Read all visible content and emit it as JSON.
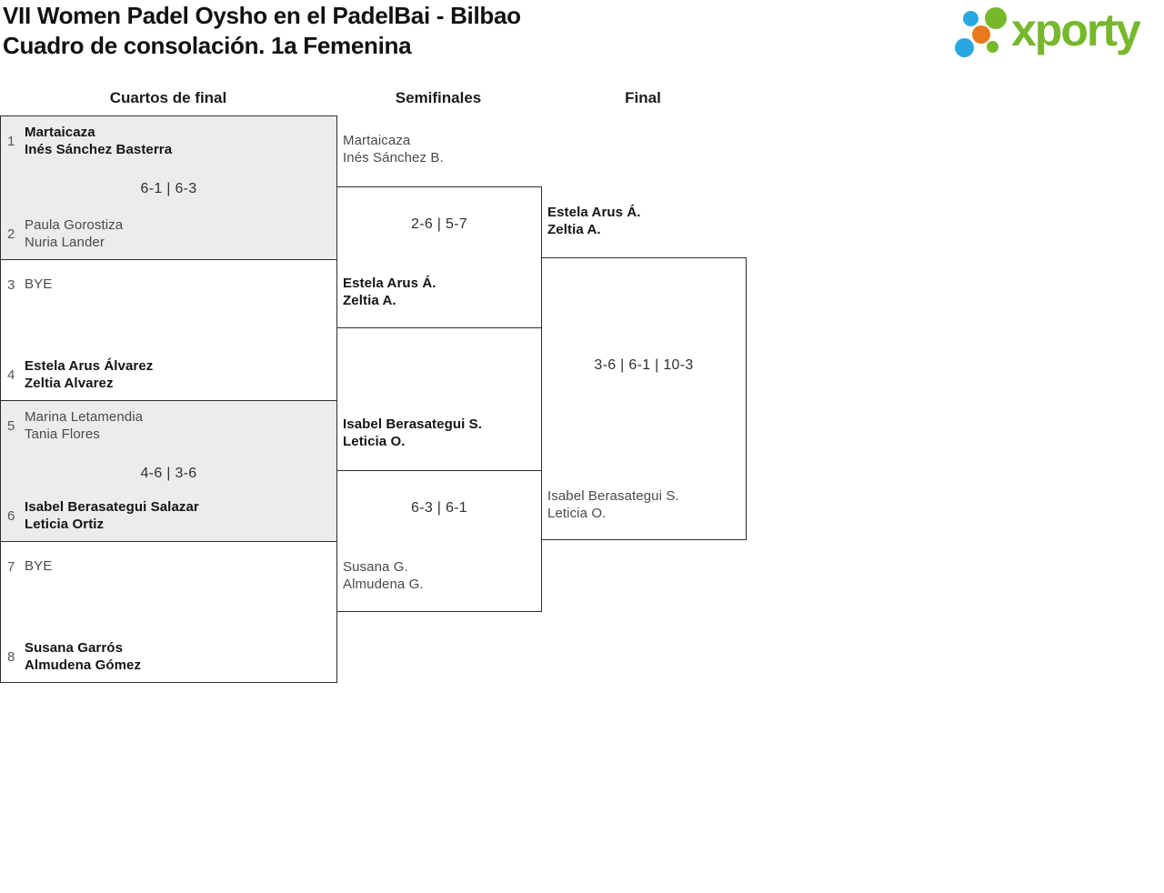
{
  "header": {
    "title_line1": "VII Women Padel Oysho en el PadelBai - Bilbao",
    "title_line2": "Cuadro de consolación. 1a Femenina"
  },
  "logo": {
    "text": "xporty",
    "colors": {
      "green": "#76b82a",
      "blue": "#29a8df",
      "orange": "#e8791d"
    }
  },
  "rounds": [
    {
      "label": "Cuartos de final"
    },
    {
      "label": "Semifinales"
    },
    {
      "label": "Final"
    }
  ],
  "quarterfinals": [
    {
      "seed_top": "1",
      "team_top": {
        "line1": "Martaicaza",
        "line2": "Inés Sánchez Basterra",
        "winner": true
      },
      "score": "6-1 | 6-3",
      "seed_bottom": "2",
      "team_bottom": {
        "line1": "Paula Gorostiza",
        "line2": "Nuria Lander",
        "winner": false
      }
    },
    {
      "seed_top": "3",
      "team_top": {
        "line1": "BYE",
        "line2": "",
        "winner": false
      },
      "score": "",
      "seed_bottom": "4",
      "team_bottom": {
        "line1": "Estela Arus Álvarez",
        "line2": "Zeltia Alvarez",
        "winner": true
      }
    },
    {
      "seed_top": "5",
      "team_top": {
        "line1": "Marina Letamendia",
        "line2": "Tania Flores",
        "winner": false
      },
      "score": "4-6 | 3-6",
      "seed_bottom": "6",
      "team_bottom": {
        "line1": "Isabel Berasategui Salazar",
        "line2": "Leticia Ortiz",
        "winner": true
      }
    },
    {
      "seed_top": "7",
      "team_top": {
        "line1": "BYE",
        "line2": "",
        "winner": false
      },
      "score": "",
      "seed_bottom": "8",
      "team_bottom": {
        "line1": "Susana Garrós",
        "line2": "Almudena Gómez",
        "winner": true
      }
    }
  ],
  "semifinals": [
    {
      "team_top": {
        "line1": "Martaicaza",
        "line2": "Inés Sánchez B.",
        "winner": false
      },
      "score": "2-6 | 5-7",
      "team_bottom": {
        "line1": "Estela Arus Á.",
        "line2": "Zeltia A.",
        "winner": true
      }
    },
    {
      "team_top": {
        "line1": "Isabel Berasategui S.",
        "line2": "Leticia O.",
        "winner": true
      },
      "score": "6-3 | 6-1",
      "team_bottom": {
        "line1": "Susana G.",
        "line2": "Almudena G.",
        "winner": false
      }
    }
  ],
  "final": {
    "team_top": {
      "line1": "Estela Arus Á.",
      "line2": "Zeltia A.",
      "winner": true
    },
    "score": "3-6 | 6-1 | 10-3",
    "team_bottom": {
      "line1": "Isabel Berasategui S.",
      "line2": "Leticia O.",
      "winner": false
    }
  }
}
